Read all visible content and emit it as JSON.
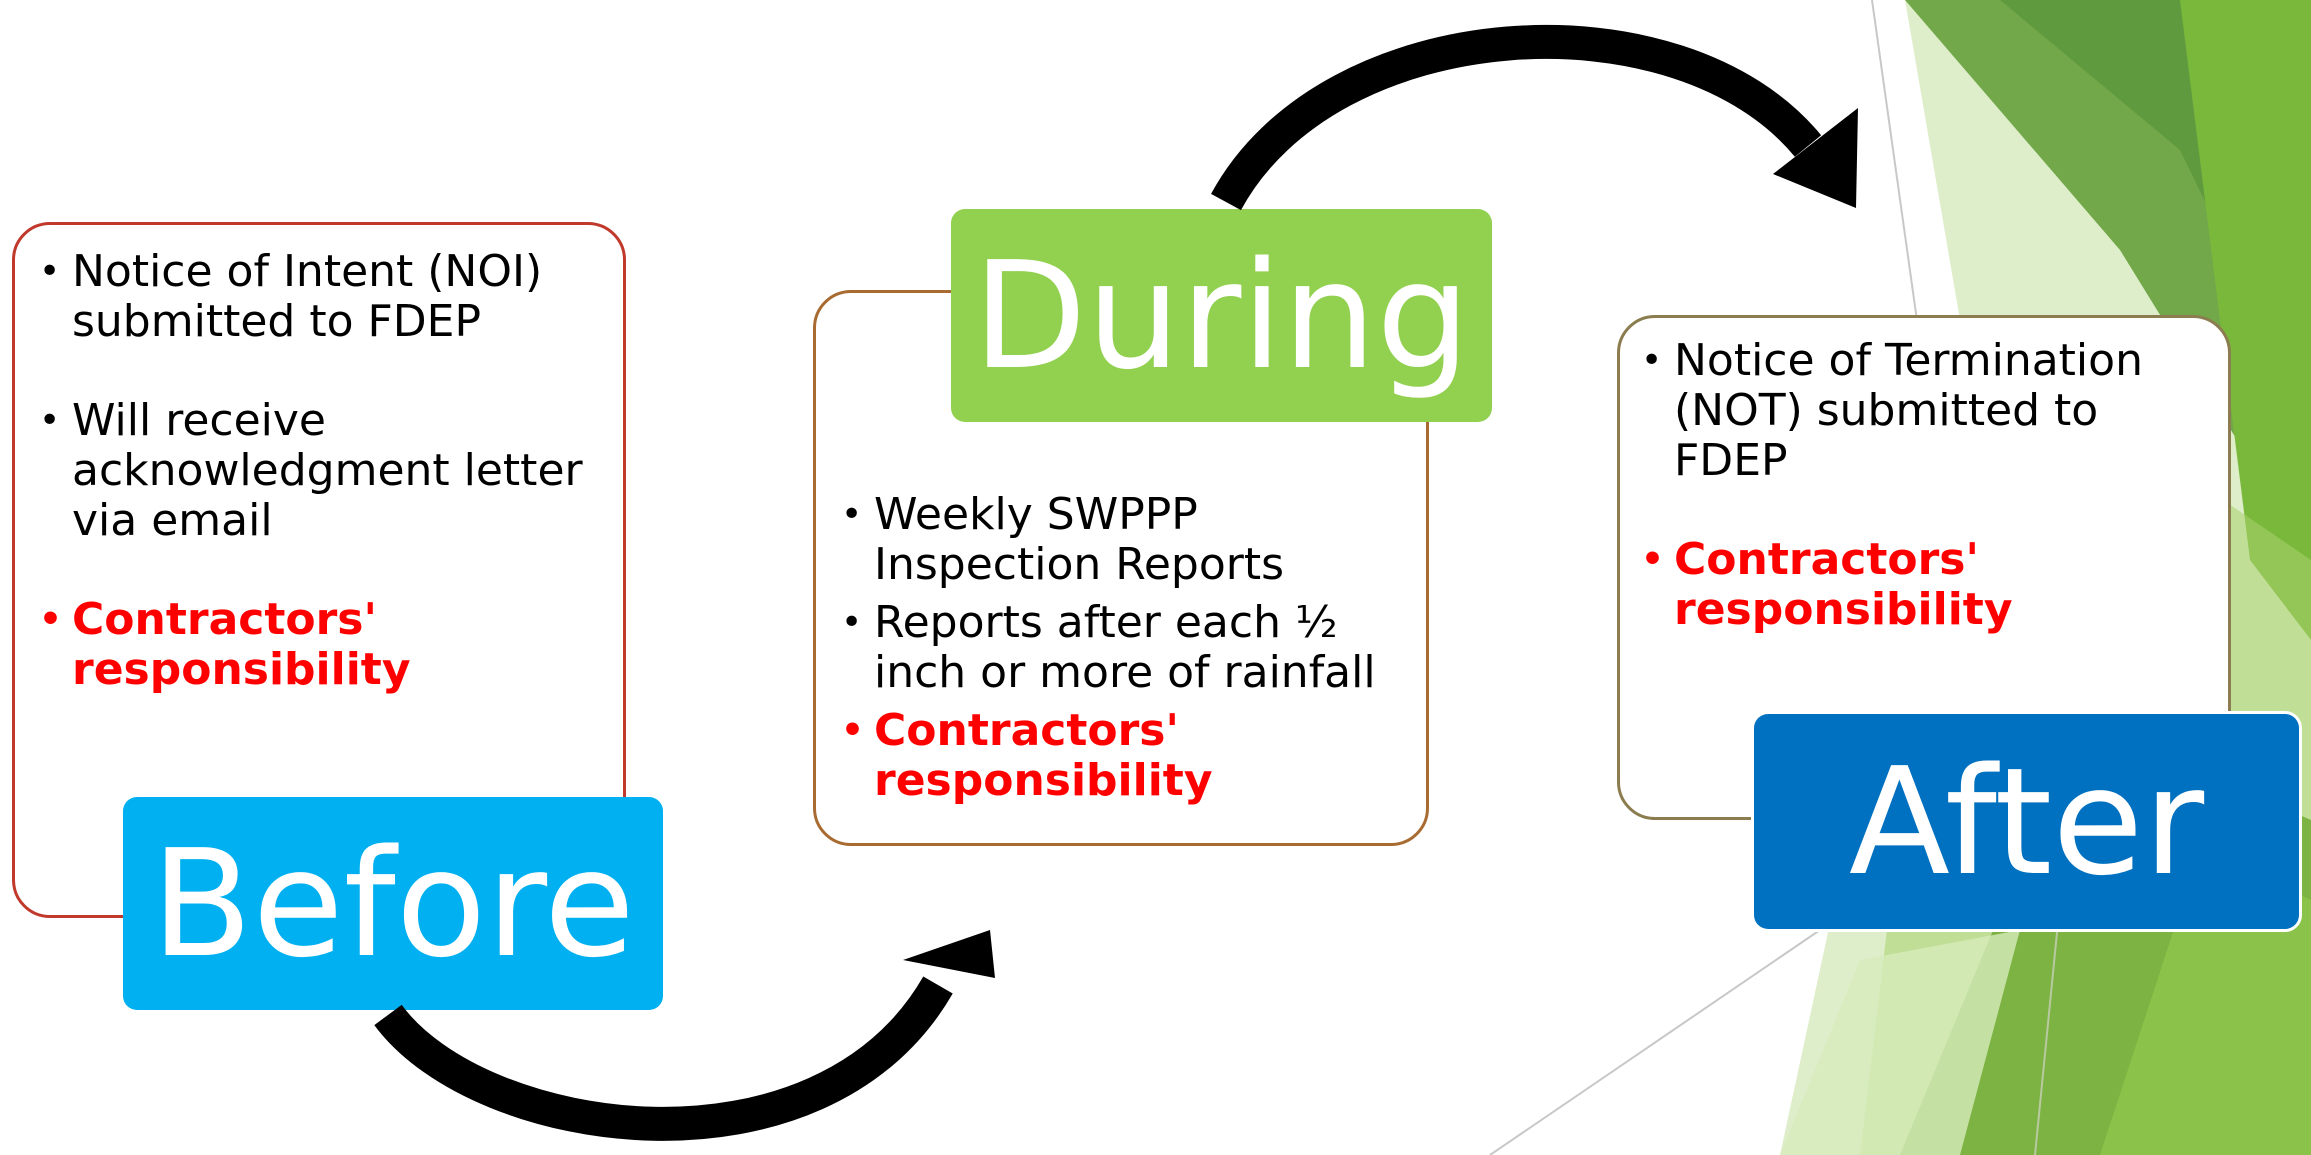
{
  "stages": {
    "before": {
      "label": "Before",
      "items": [
        "Notice of Intent (NOI) submitted to FDEP",
        "Will receive acknowledgment letter via email",
        "Contractors' responsibility"
      ]
    },
    "during": {
      "label": "During",
      "items": [
        "Weekly SWPPP Inspection Reports",
        "Reports after each ½ inch or more of rainfall",
        "Contractors' responsibility"
      ]
    },
    "after": {
      "label": "After",
      "items": [
        "Notice of Termination (NOT) submitted to FDEP",
        "Contractors' responsibility"
      ]
    }
  },
  "colors": {
    "before": "#00b0f0",
    "during": "#92d050",
    "after": "#0070c0",
    "highlight_text": "#ff0000",
    "arrow": "#000000"
  }
}
